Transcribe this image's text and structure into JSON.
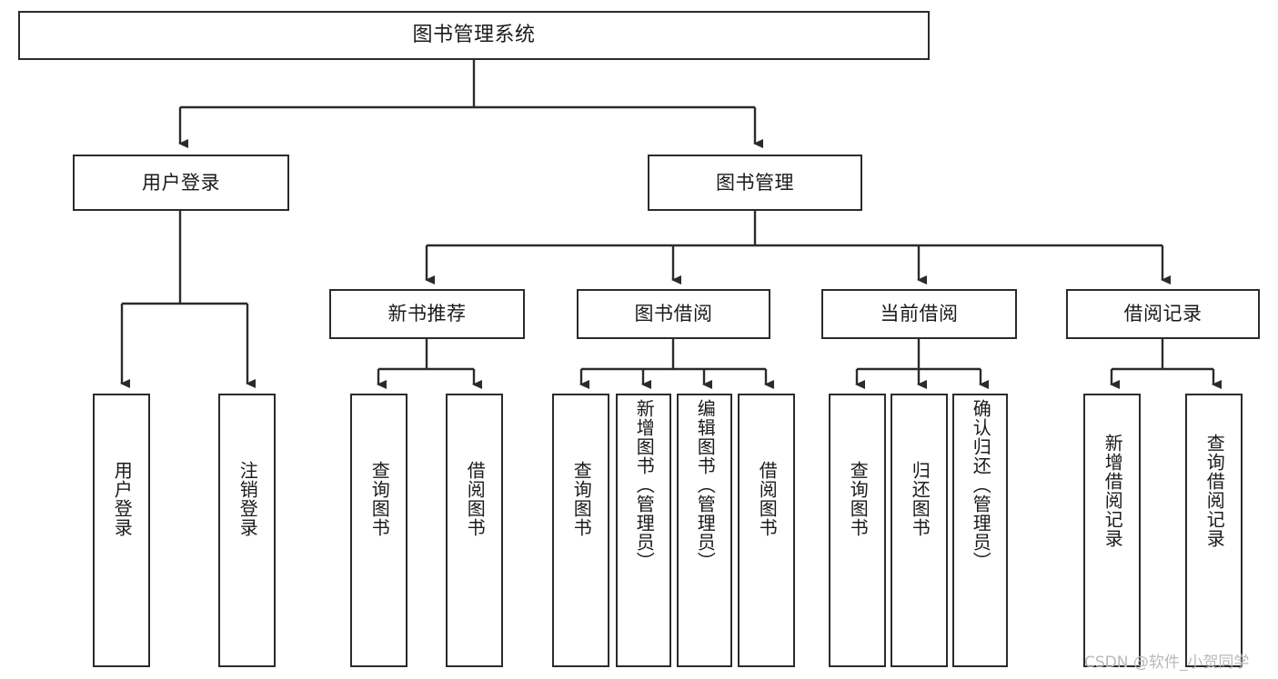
{
  "diagram": {
    "title": "图书管理系统",
    "type": "tree",
    "watermark": "CSDN @软件_小贺同学",
    "colors": {
      "box_border": "#2b2b2b",
      "box_fill": "#ffffff",
      "edge": "#2b2b2b",
      "text": "#1a1a1a",
      "watermark": "#b9b9b9",
      "background": "#ffffff"
    },
    "root": {
      "label": "图书管理系统"
    },
    "level1": [
      {
        "label": "用户登录"
      },
      {
        "label": "图书管理"
      }
    ],
    "level2": [
      {
        "label": "新书推荐"
      },
      {
        "label": "图书借阅"
      },
      {
        "label": "当前借阅"
      },
      {
        "label": "借阅记录"
      }
    ],
    "leaves": {
      "user_login": [
        {
          "label": "用户登录"
        },
        {
          "label": "注销登录"
        }
      ],
      "new_book_recommend": [
        {
          "label": "查询图书"
        },
        {
          "label": "借阅图书"
        }
      ],
      "book_borrow": [
        {
          "label": "查询图书"
        },
        {
          "label": "新增图书（管理员）"
        },
        {
          "label": "编辑图书（管理员）"
        },
        {
          "label": "借阅图书"
        }
      ],
      "current_borrow": [
        {
          "label": "查询图书"
        },
        {
          "label": "归还图书"
        },
        {
          "label": "确认归还（管理员）"
        }
      ],
      "borrow_record": [
        {
          "label": "新增借阅记录"
        },
        {
          "label": "查询借阅记录"
        }
      ]
    }
  }
}
